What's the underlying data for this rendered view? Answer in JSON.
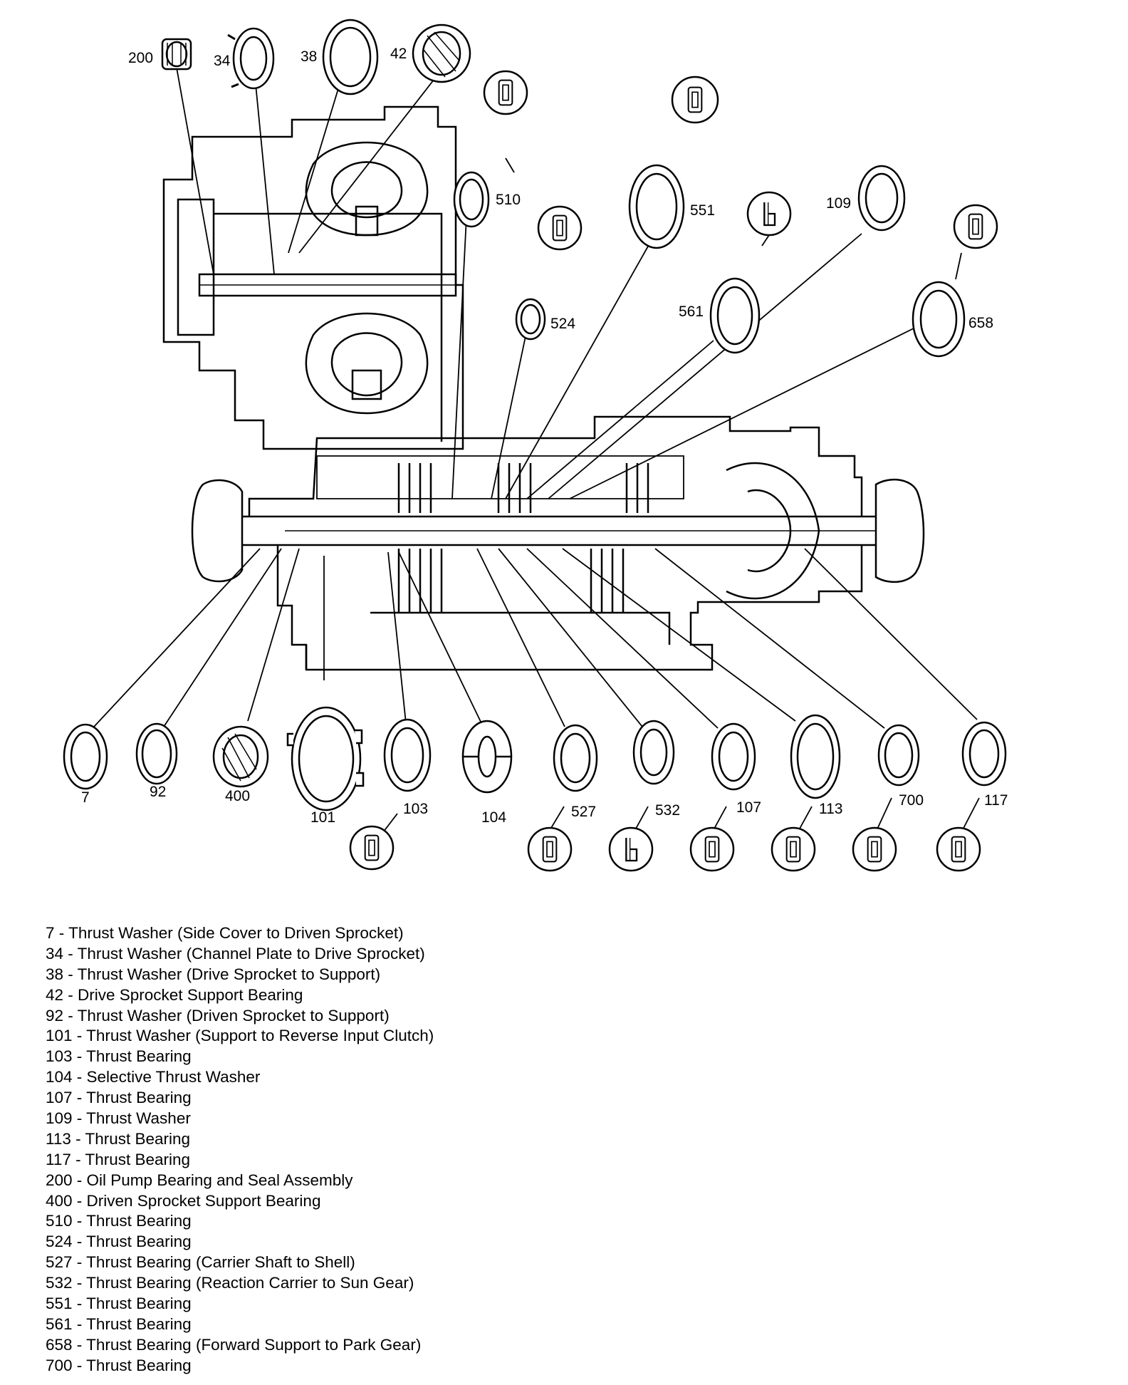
{
  "callouts": {
    "p200": "200",
    "p34": "34",
    "p38": "38",
    "p42": "42",
    "p510": "510",
    "p524": "524",
    "p551": "551",
    "p561": "561",
    "p109": "109",
    "p658": "658",
    "p7": "7",
    "p92": "92",
    "p400": "400",
    "p101": "101",
    "p103": "103",
    "p104": "104",
    "p527": "527",
    "p532": "532",
    "p107": "107",
    "p113": "113",
    "p700": "700",
    "p117": "117"
  },
  "legend": [
    "7 - Thrust Washer (Side Cover to Driven Sprocket)",
    "34 - Thrust Washer (Channel Plate to Drive Sprocket)",
    "38 - Thrust Washer (Drive Sprocket to Support)",
    "42 - Drive Sprocket Support Bearing",
    "92 - Thrust Washer (Driven Sprocket to Support)",
    "101 - Thrust Washer (Support to Reverse Input Clutch)",
    "103 - Thrust Bearing",
    "104 - Selective Thrust Washer",
    "107 - Thrust Bearing",
    "109 - Thrust Washer",
    "113 - Thrust Bearing",
    "117 - Thrust Bearing",
    "200 - Oil Pump Bearing and Seal Assembly",
    "400 - Driven Sprocket Support Bearing",
    "510 - Thrust Bearing",
    "524 - Thrust Bearing",
    "527 - Thrust Bearing (Carrier Shaft to Shell)",
    "532 - Thrust Bearing (Reaction Carrier to Sun Gear)",
    "551 - Thrust Bearing",
    "561 - Thrust Bearing",
    "658 - Thrust Bearing (Forward Support to Park Gear)",
    "700 - Thrust Bearing"
  ]
}
